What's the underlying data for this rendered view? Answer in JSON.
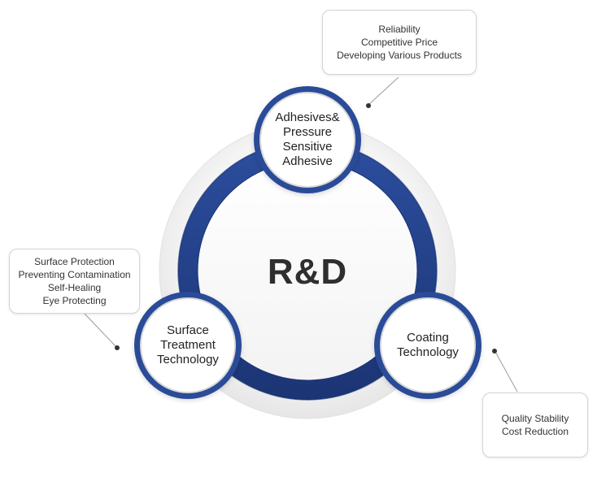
{
  "center": {
    "title": "R&D"
  },
  "nodes": {
    "top": {
      "lines": [
        "Adhesives&",
        "Pressure",
        "Sensitive",
        "Adhesive"
      ]
    },
    "left": {
      "lines": [
        "Surface",
        "Treatment",
        "Technology"
      ]
    },
    "right": {
      "lines": [
        "Coating",
        "Technology"
      ]
    }
  },
  "notes": {
    "top": {
      "lines": [
        "Reliability",
        "Competitive Price",
        "Developing Various Products"
      ]
    },
    "left": {
      "lines": [
        "Surface Protection",
        "Preventing Contamination",
        "Self-Healing",
        "Eye Protecting"
      ]
    },
    "right": {
      "lines": [
        "Quality Stability",
        "Cost Reduction"
      ]
    }
  },
  "colors": {
    "ring_dark": "#1f3a7c",
    "ring_mid": "#2c4fa0",
    "ring_light": "#3a5fb0",
    "halo": "#efefef",
    "text": "#333333",
    "note_border": "#d4d4d4",
    "connector": "#9a9a9a",
    "dot": "#333333"
  }
}
